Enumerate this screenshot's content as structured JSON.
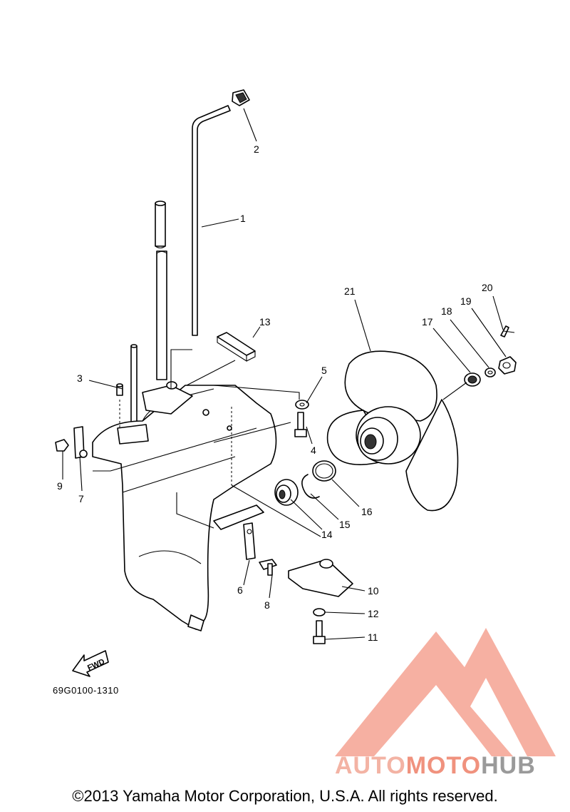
{
  "diagram": {
    "part_callouts": [
      "1",
      "2",
      "3",
      "4",
      "5",
      "6",
      "7",
      "8",
      "9",
      "10",
      "11",
      "12",
      "13",
      "14",
      "15",
      "16",
      "17",
      "18",
      "19",
      "20",
      "21"
    ],
    "fwd_label": "FWD",
    "reference_code": "69G0100-1310"
  },
  "watermark": {
    "auto": "AUTO",
    "moto": "MOTO",
    "hub": "HUB",
    "colors": {
      "triangle": "#f4a292",
      "auto": "#f3b3a4",
      "moto": "#f0927e",
      "hub": "#9a9a9a"
    }
  },
  "footer": {
    "copyright": "©2013 Yamaha Motor Corporation, U.S.A. All rights reserved."
  }
}
